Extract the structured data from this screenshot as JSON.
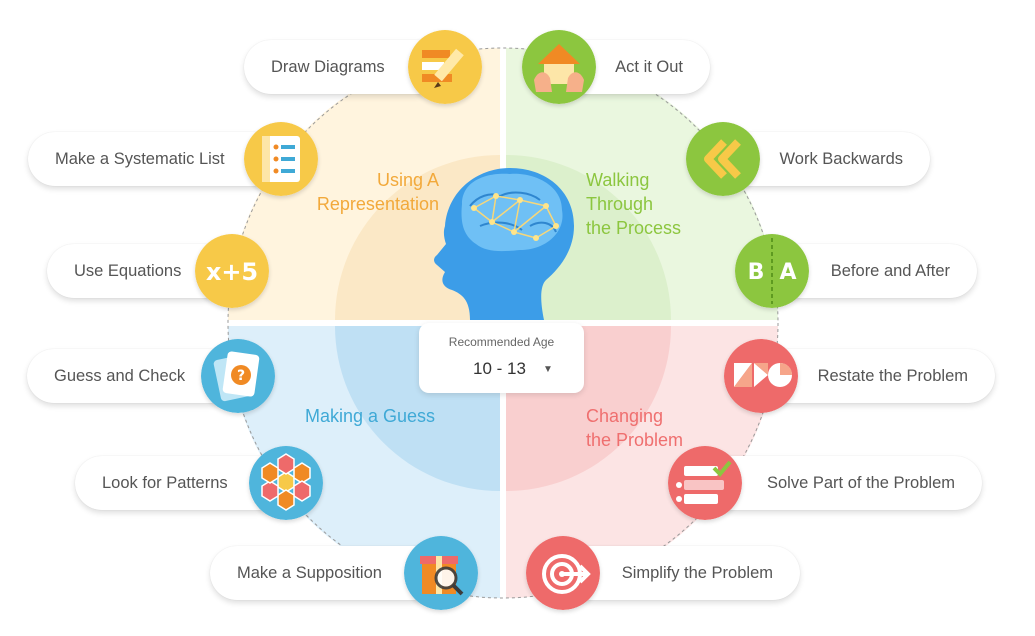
{
  "quadrants": [
    {
      "id": "representation",
      "label": "Using A\nRepresentation",
      "color": "#F2A93B",
      "bg": "#FFF3DC"
    },
    {
      "id": "process",
      "label": "Walking\nThrough\nthe Process",
      "color": "#8CC63F",
      "bg": "#E9F7DD"
    },
    {
      "id": "guess",
      "label": "Making a Guess",
      "color": "#3FA9D6",
      "bg": "#DCEEF9"
    },
    {
      "id": "change",
      "label": "Changing\nthe Problem",
      "color": "#EF6F6F",
      "bg": "#FCE3E3"
    }
  ],
  "strategies": {
    "draw_diagrams": "Draw Diagrams",
    "systematic_list": "Make a Systematic List",
    "use_equations": "Use Equations",
    "act_it_out": "Act it Out",
    "work_backwards": "Work Backwards",
    "before_after": "Before and After",
    "guess_check": "Guess and Check",
    "look_patterns": "Look for Patterns",
    "make_supposition": "Make a Supposition",
    "restate_problem": "Restate the Problem",
    "solve_part": "Solve Part of the Problem",
    "simplify_problem": "Simplify the Problem"
  },
  "icons": {
    "draw_diagrams": "pencil-diagram-icon",
    "systematic_list": "notebook-list-icon",
    "use_equations": "equation-x-plus-5-icon",
    "act_it_out": "hands-house-icon",
    "work_backwards": "double-chevron-left-icon",
    "before_after": "b-a-split-icon",
    "guess_check": "question-card-icon",
    "look_patterns": "hexagon-pattern-icon",
    "make_supposition": "magnifier-gift-icon",
    "restate_problem": "shapes-icon",
    "solve_part": "checklist-bars-icon",
    "simplify_problem": "target-arrow-icon"
  },
  "icon_labels": {
    "use_equations": "x+5",
    "guess_check": "?",
    "before_after_b": "B",
    "before_after_a": "A"
  },
  "colors": {
    "yellow": "#F7C948",
    "green": "#8CC63F",
    "blue": "#4FB5DC",
    "red": "#EE6A6A",
    "head": "#3C9DE8"
  },
  "age": {
    "label": "Recommended Age",
    "value": "10 - 13",
    "caret": "▼"
  }
}
